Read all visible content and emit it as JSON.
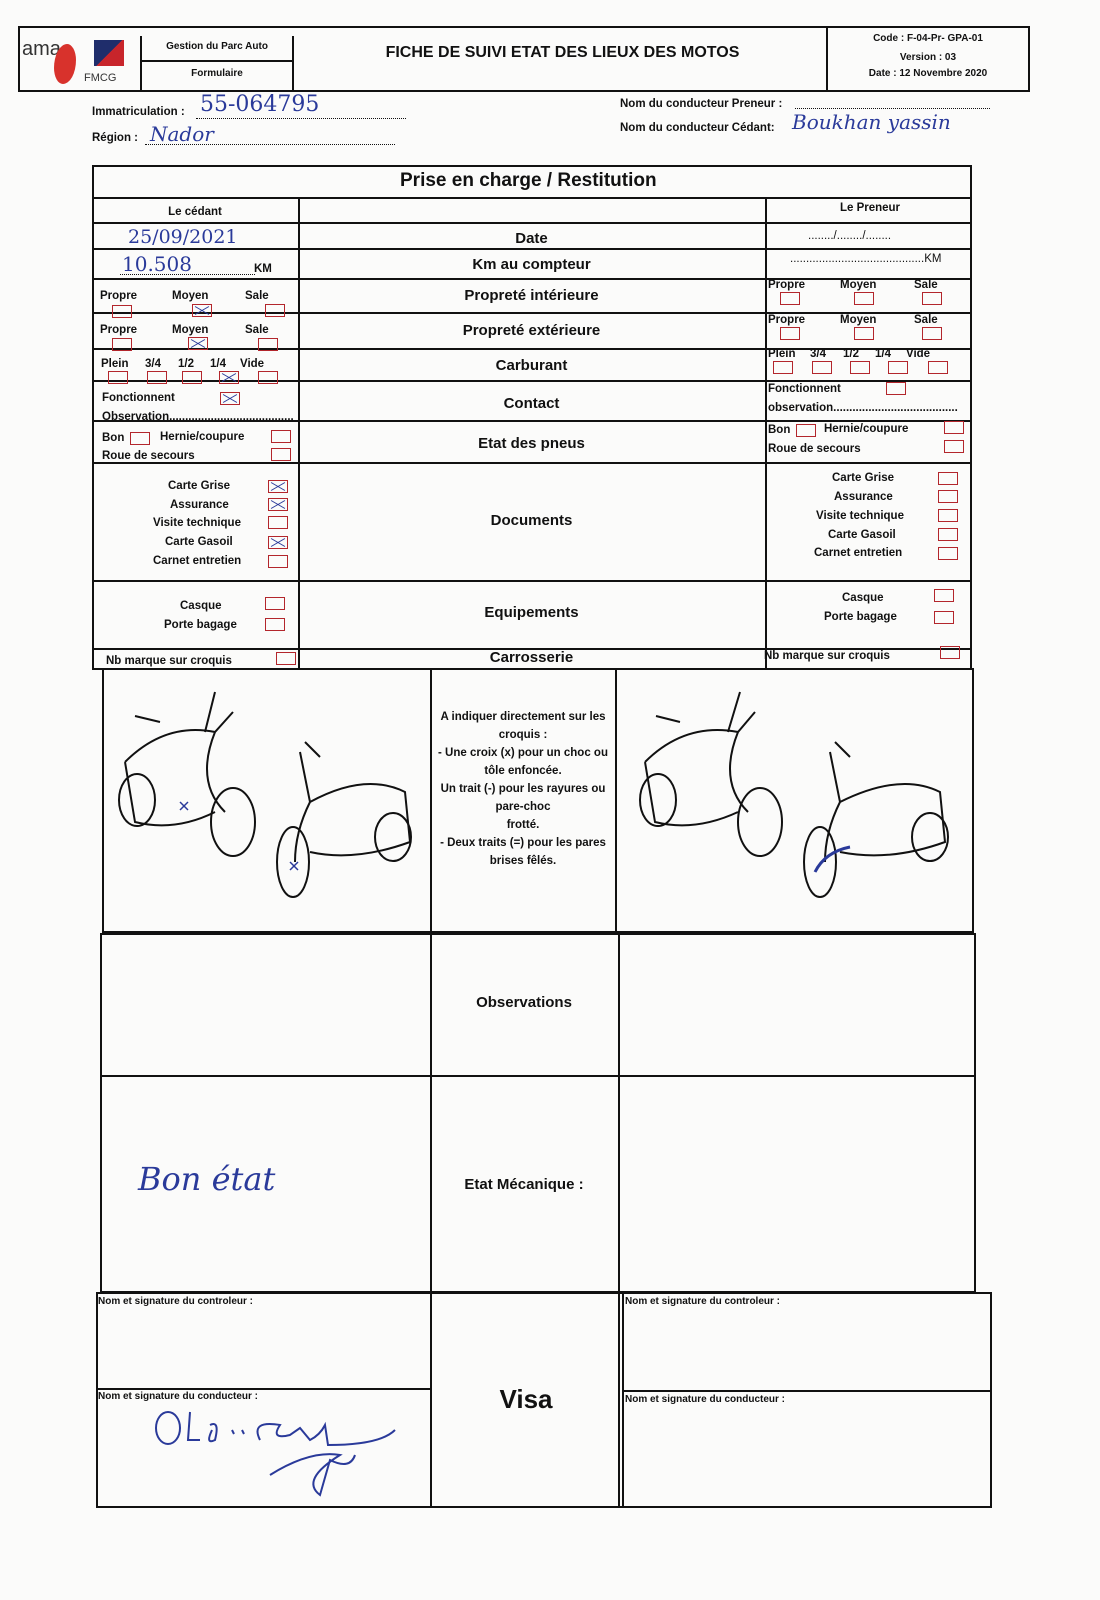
{
  "header": {
    "logo_text": "ama",
    "logo_brand": "FMCG",
    "dept": "Gestion du Parc Auto",
    "type": "Formulaire",
    "title": "FICHE DE SUIVI ETAT DES LIEUX DES MOTOS",
    "code": "Code : F-04-Pr- GPA-01",
    "version": "Version : 03",
    "date": "Date : 12 Novembre 2020"
  },
  "info": {
    "immat_label": "Immatriculation :",
    "immat_value": "55-064795",
    "region_label": "Région :",
    "region_value": "Nador",
    "preneur_label": "Nom du conducteur Preneur :",
    "preneur_value": "",
    "cedant_label": "Nom du conducteur Cédant:",
    "cedant_value": "Boukhan yassin"
  },
  "table": {
    "title": "Prise en charge / Restitution",
    "cedant_header": "Le cédant",
    "preneur_header": "Le Preneur",
    "rows": {
      "date": "Date",
      "km": "Km au compteur",
      "prop_int": "Propreté intérieure",
      "prop_ext": "Propreté extérieure",
      "carburant": "Carburant",
      "contact": "Contact",
      "pneus": "Etat des pneus",
      "documents": "Documents",
      "equipements": "Equipements",
      "carrosserie": "Carrosserie",
      "observations": "Observations",
      "etat_mecanique": "Etat Mécanique  :",
      "visa": "Visa"
    },
    "cedant": {
      "date": "25/09/2021",
      "km": "10.508",
      "km_unit": "KM",
      "etat_mecanique": "Bon état"
    },
    "preneur": {
      "date": "......../......../........",
      "km": "..........................................KM"
    },
    "labels": {
      "propre": "Propre",
      "moyen": "Moyen",
      "sale": "Sale",
      "plein": "Plein",
      "q34": "3/4",
      "q12": "1/2",
      "q14": "1/4",
      "vide": "Vide",
      "fonctionnent": "Fonctionnent",
      "observation": "Observation.......................................",
      "observation_r": "observation.......................................",
      "bon": "Bon",
      "hernie": "Hernie/coupure",
      "roue": "Roue de secours",
      "carte_grise": "Carte Grise",
      "assurance": "Assurance",
      "visite": "Visite technique",
      "gasoil": "Carte Gasoil",
      "carnet": "Carnet entretien",
      "casque": "Casque",
      "porte_bagage": "Porte bagage",
      "nb_marque": "Nb marque sur croquis"
    },
    "note": [
      "A indiquer directement sur les",
      "croquis :",
      "- Une croix (x) pour un choc ou",
      "tôle enfoncée.",
      "Un trait (-) pour les rayures ou",
      "pare-choc",
      "frotté.",
      "- Deux traits (=) pour les pares",
      "brises fêlés."
    ],
    "sig_controleur": "Nom et signature du controleur :",
    "sig_conducteur": "Nom et signature du conducteur :"
  }
}
